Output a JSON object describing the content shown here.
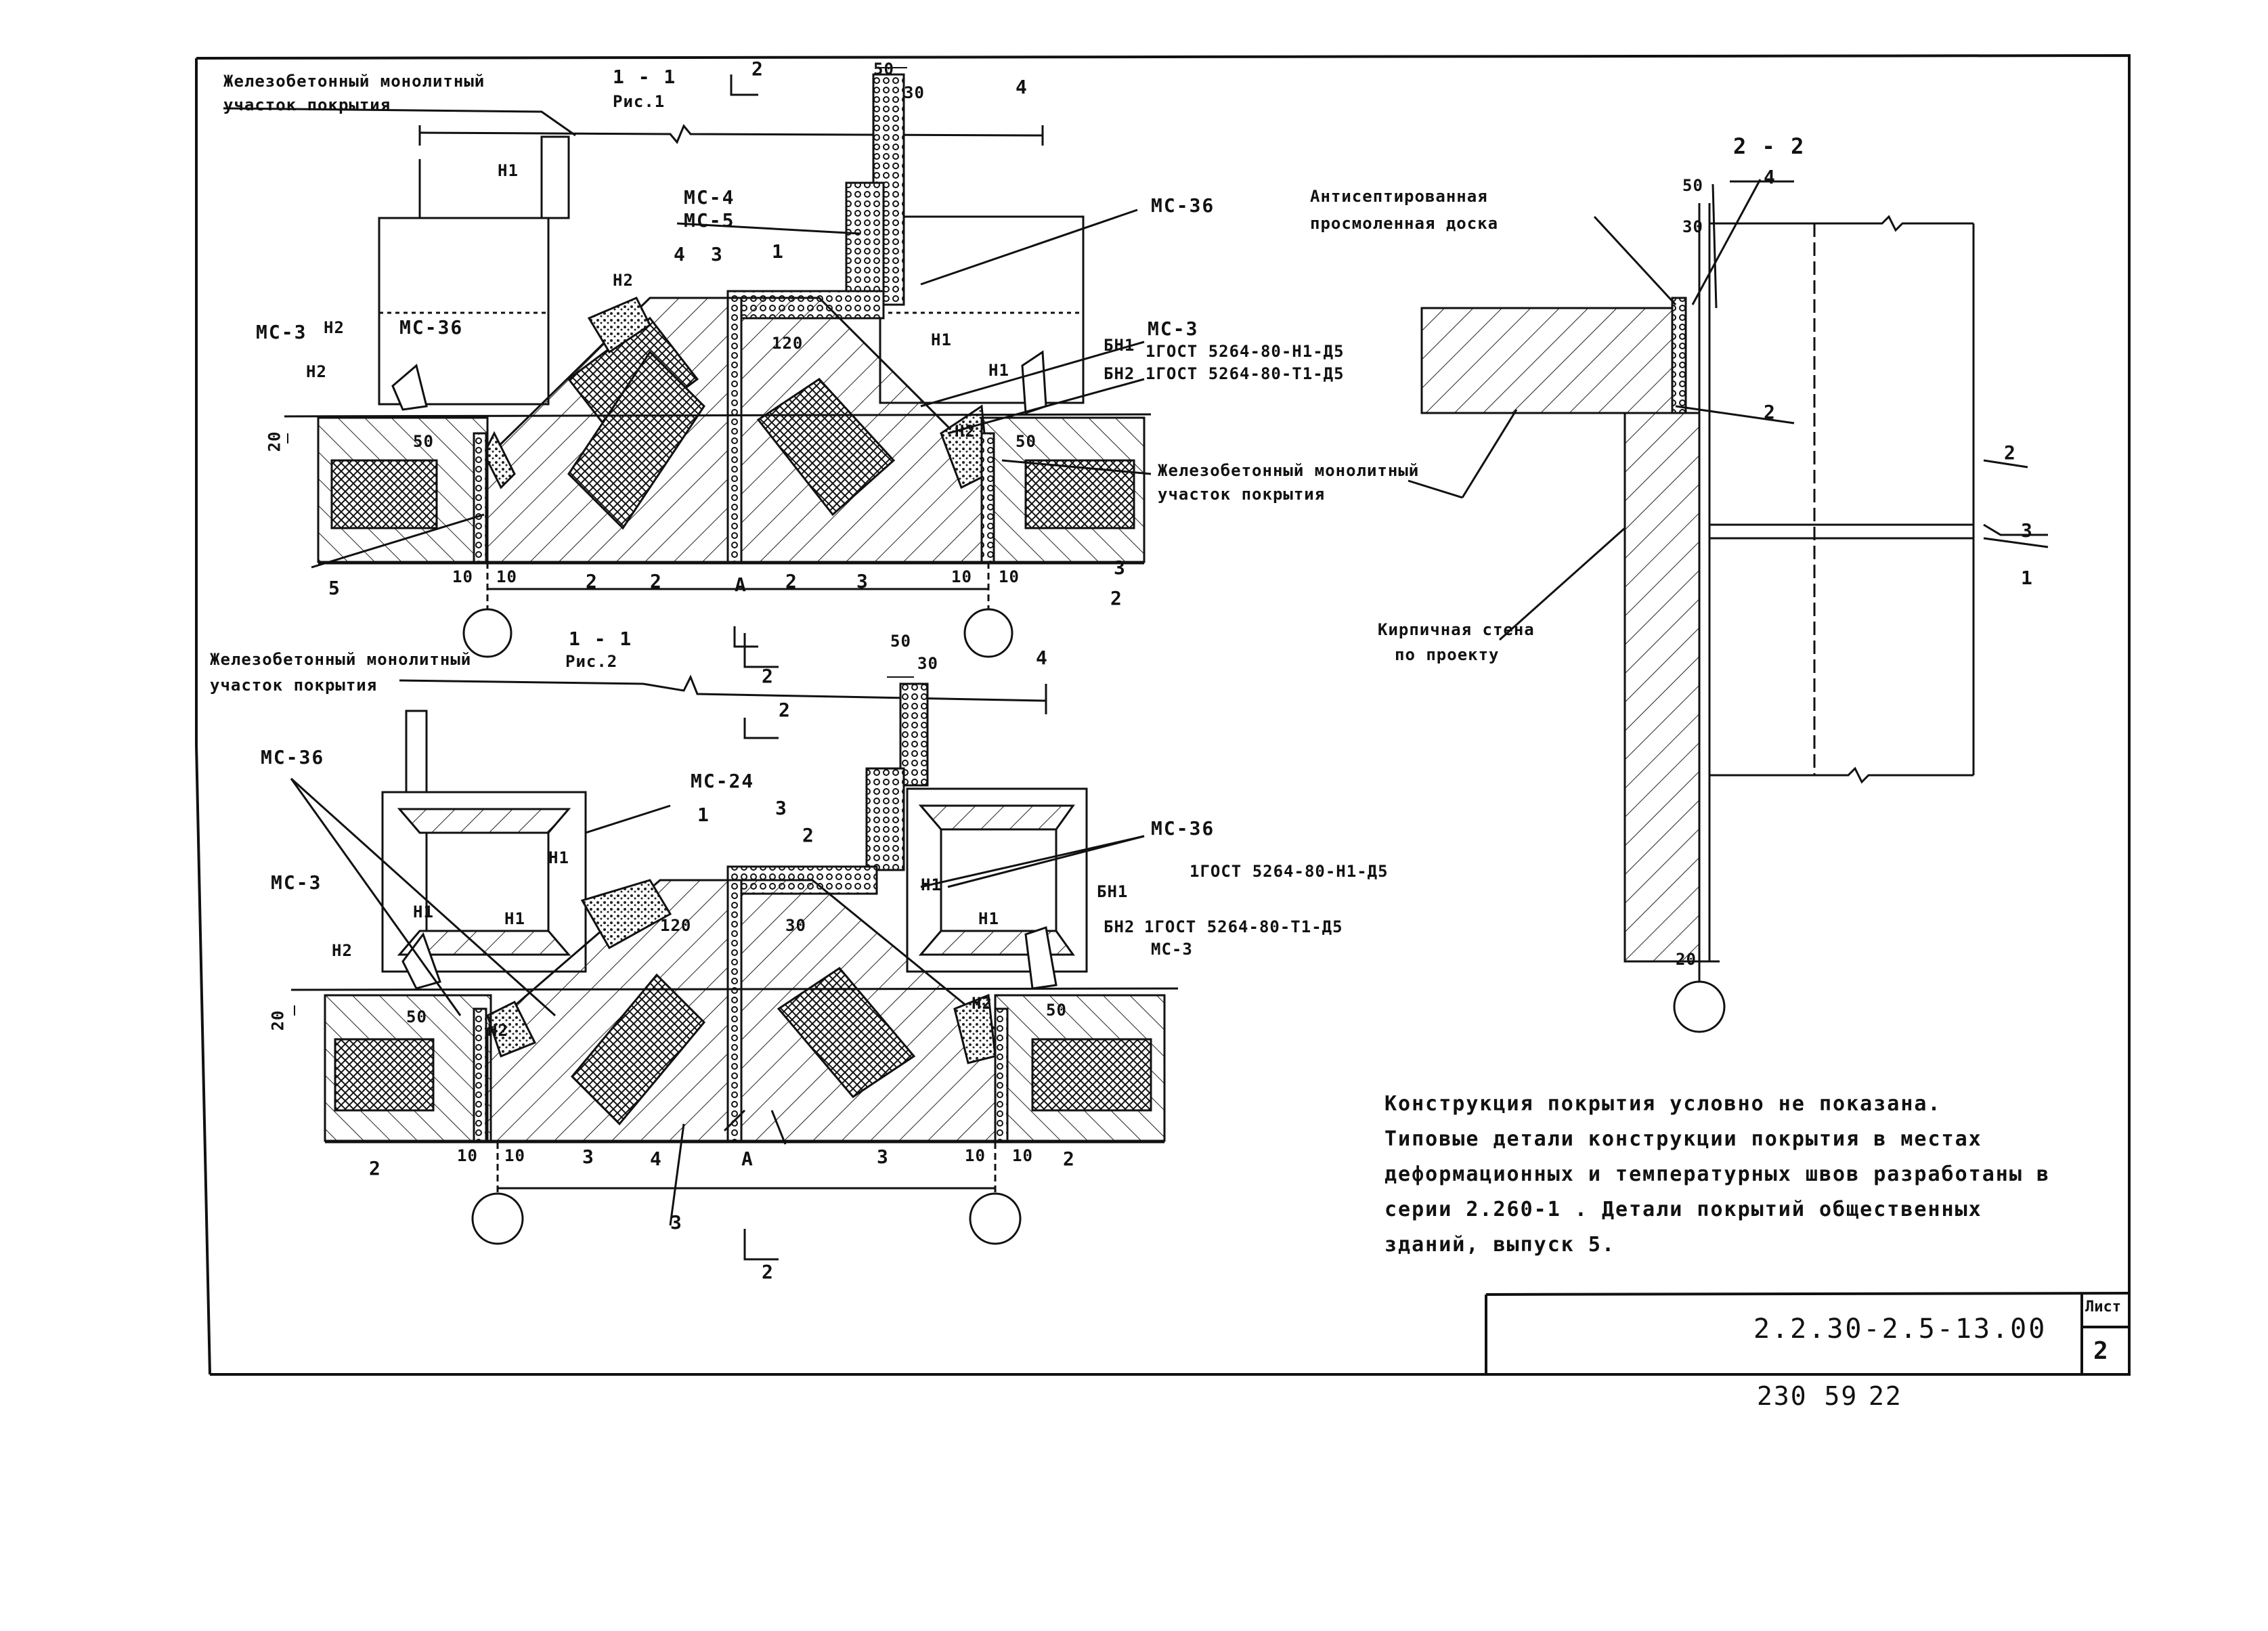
{
  "drawing": {
    "code": "2.2.30-2.5-13.00",
    "sheet_label": "Лист",
    "sheet_number": "2",
    "archive_number": "230 59",
    "page": "22"
  },
  "notes": [
    "Конструкция покрытия условно не показана.",
    "Типовые детали конструкции покрытия в местах",
    "деформационных и температурных швов разработаны в",
    "серии 2.260-1 . Детали покрытий общественных",
    "зданий, выпуск 5."
  ],
  "section_top": {
    "title": "1 - 1",
    "subtitle": "Рис.1",
    "cut_mark": "2",
    "leader_left_1": "Железобетонный монолитный",
    "leader_left_2": "участок покрытия",
    "leader_right_1": "Железобетонный монолитный",
    "leader_right_2": "участок покрытия",
    "mc4": "МС-4",
    "mc5": "МС-5",
    "mc36_left": "МС-36",
    "mc36_right": "МС-36",
    "mc3_left": "МС-3",
    "mc3_right": "МС-3",
    "n1a": "Н1",
    "n1b": "Н1",
    "n1c": "Н1",
    "n2a": "Н2",
    "n2b": "Н2",
    "n2c": "Н2",
    "n2d": "Н2",
    "bn1": "БН1",
    "bn2": "БН2",
    "gost1": "1ГОСТ 5264-80-Н1-Д5",
    "gost2": "1ГОСТ 5264-80-Т1-Д5",
    "d50a": "50",
    "d30a": "30",
    "d20": "20",
    "d50b": "50",
    "d50c": "50",
    "d10a": "10",
    "d10b": "10",
    "d10c": "10",
    "d10d": "10",
    "p4": "4",
    "p4b": "4",
    "p3": "3",
    "p3b": "3",
    "p3c": "3",
    "p1": "1",
    "p5": "5",
    "p2a": "2",
    "p2b": "2",
    "p2c": "2",
    "p2d": "2",
    "axisA": "А",
    "d120": "120"
  },
  "section_bottom": {
    "title": "1 - 1",
    "subtitle": "Рис.2",
    "cut_mark_top": "2",
    "cut_mark_mid": "2",
    "cut_mark_bot": "2",
    "leader_1": "Железобетонный монолитный",
    "leader_2": "участок покрытия",
    "mc36_left": "МС-36",
    "mc36_right": "МС-36",
    "mc24": "МС-24",
    "mc3_left": "МС-3",
    "mc3_right": "МС-3",
    "n1a": "Н1",
    "n1b": "Н1",
    "n1c": "Н1",
    "n1d": "Н1",
    "n1e": "Н1",
    "n2a": "Н2",
    "n2b": "Н2",
    "n2c": "Н2",
    "bn1": "БН1",
    "bn2": "БН2",
    "gost1": "1ГОСТ 5264-80-Н1-Д5",
    "gost2": "1ГОСТ 5264-80-Т1-Д5",
    "d50a": "50",
    "d30a": "30",
    "d20": "20",
    "d50b": "50",
    "d50c": "50",
    "d10a": "10",
    "d10b": "10",
    "d10c": "10",
    "d10d": "10",
    "d120": "120",
    "d30b": "30",
    "p4": "4",
    "p4b": "4",
    "p1": "1",
    "p3a": "3",
    "p3b": "3",
    "p3c": "3",
    "p3d": "3",
    "p2a": "2",
    "p2b": "2",
    "p2c": "2",
    "axisA": "А"
  },
  "section_22": {
    "title": "2 - 2",
    "label_board_1": "Антисептированная",
    "label_board_2": "просмоленная доска",
    "label_wall_1": "Кирпичная стена",
    "label_wall_2": "по проекту",
    "d50": "50",
    "d30": "30",
    "d20": "20",
    "p4": "4",
    "p2a": "2",
    "p2b": "2",
    "p3": "3",
    "p1": "1"
  }
}
